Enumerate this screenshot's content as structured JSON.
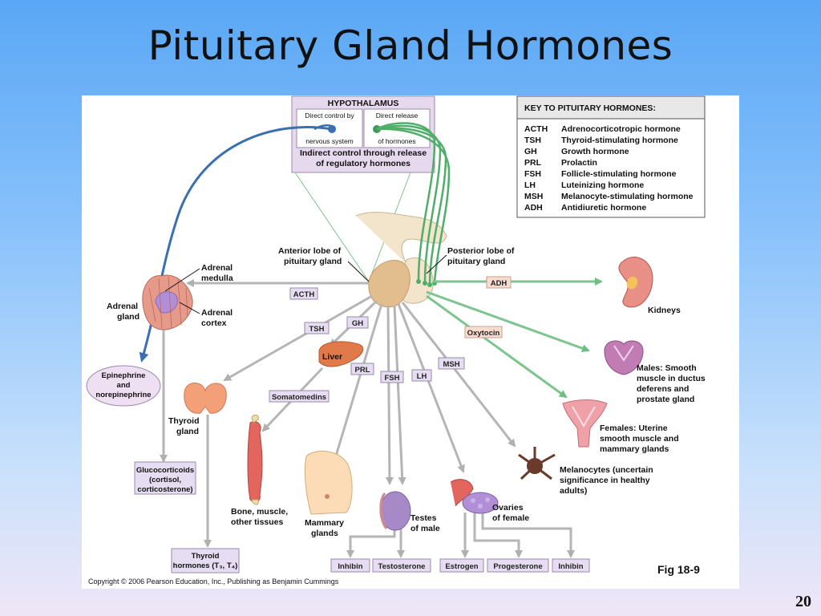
{
  "slide": {
    "title": "Pituitary Gland Hormones",
    "page_number": "20"
  },
  "hypothalamus": {
    "title": "HYPOTHALAMUS",
    "direct_nervous_1": "Direct control by",
    "direct_nervous_2": "nervous system",
    "direct_release_1": "Direct release",
    "direct_release_2": "of hormones",
    "indirect_1": "Indirect control through release",
    "indirect_2": "of regulatory hormones"
  },
  "key": {
    "title": "KEY TO PITUITARY HORMONES:",
    "rows": [
      {
        "abbr": "ACTH",
        "name": "Adrenocorticotropic hormone"
      },
      {
        "abbr": "TSH",
        "name": "Thyroid-stimulating hormone"
      },
      {
        "abbr": "GH",
        "name": "Growth hormone"
      },
      {
        "abbr": "PRL",
        "name": "Prolactin"
      },
      {
        "abbr": "FSH",
        "name": "Follicle-stimulating hormone"
      },
      {
        "abbr": "LH",
        "name": "Luteinizing hormone"
      },
      {
        "abbr": "MSH",
        "name": "Melanocyte-stimulating hormone"
      },
      {
        "abbr": "ADH",
        "name": "Antidiuretic hormone"
      }
    ]
  },
  "labels": {
    "anterior_1": "Anterior lobe of",
    "anterior_2": "pituitary gland",
    "posterior_1": "Posterior lobe of",
    "posterior_2": "pituitary gland",
    "adrenal_medulla_1": "Adrenal",
    "adrenal_medulla_2": "medulla",
    "adrenal_gland_1": "Adrenal",
    "adrenal_gland_2": "gland",
    "adrenal_cortex_1": "Adrenal",
    "adrenal_cortex_2": "cortex",
    "epinephrine_1": "Epinephrine",
    "epinephrine_2": "and",
    "epinephrine_3": "norepinephrine",
    "liver": "Liver",
    "thyroid_1": "Thyroid",
    "thyroid_2": "gland",
    "glucocorticoids_1": "Glucocorticoids",
    "glucocorticoids_2": "(cortisol,",
    "glucocorticoids_3": "corticosterone)",
    "bone_1": "Bone, muscle,",
    "bone_2": "other tissues",
    "mammary_1": "Mammary",
    "mammary_2": "glands",
    "testes_1": "Testes",
    "testes_2": "of male",
    "ovaries_1": "Ovaries",
    "ovaries_2": "of female",
    "kidneys": "Kidneys",
    "males_1": "Males: Smooth",
    "males_2": "muscle in ductus",
    "males_3": "deferens and",
    "males_4": "prostate gland",
    "females_1": "Females: Uterine",
    "females_2": "smooth muscle and",
    "females_3": "mammary glands",
    "melanocytes_1": "Melanocytes (uncertain",
    "melanocytes_2": "significance in healthy",
    "melanocytes_3": "adults)",
    "thyroid_hormones_1": "Thyroid",
    "thyroid_hormones_2": "hormones (T₃, T₄)",
    "copyright": "Copyright © 2006 Pearson Education, Inc., Publishing as Benjamin Cummings",
    "fig": "Fig 18-9"
  },
  "hormone_tags": {
    "acth": "ACTH",
    "tsh": "TSH",
    "gh": "GH",
    "prl": "PRL",
    "fsh": "FSH",
    "lh": "LH",
    "msh": "MSH",
    "adh": "ADH",
    "oxytocin": "Oxytocin",
    "somatomedins": "Somatomedins"
  },
  "secreted": {
    "inhibin_m": "Inhibin",
    "testosterone": "Testosterone",
    "estrogen": "Estrogen",
    "progesterone": "Progesterone",
    "inhibin_f": "Inhibin"
  },
  "colors": {
    "anterior_arrow": "#b5b5b5",
    "posterior_arrow": "#7cc58f",
    "nervous_arrow": "#3a70b0",
    "hypothalamus_box": "#e6d9ee",
    "tag_box_lavender": "#e7ddf2",
    "tag_box_peach": "#f8dccf"
  }
}
